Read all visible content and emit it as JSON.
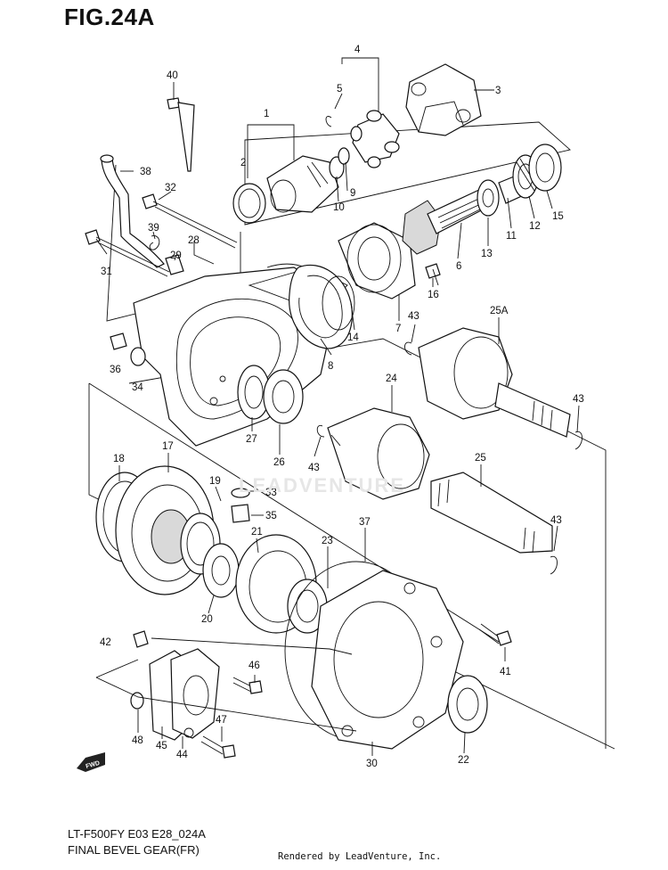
{
  "figure": {
    "title": "FIG.24A",
    "model_code": "LT-F500FY E03 E28_024A",
    "name": "FINAL BEVEL GEAR(FR)",
    "credit": "Rendered by LeadVenture, Inc.",
    "watermark": "LEADVENTURE",
    "direction_badge": "FWD"
  },
  "callouts": [
    "1",
    "2",
    "3",
    "4",
    "5",
    "6",
    "7",
    "8",
    "9",
    "10",
    "11",
    "12",
    "13",
    "14",
    "15",
    "16",
    "17",
    "18",
    "19",
    "20",
    "21",
    "22",
    "23",
    "24",
    "25",
    "25A",
    "26",
    "27",
    "28",
    "29",
    "30",
    "31",
    "32",
    "33",
    "34",
    "35",
    "36",
    "37",
    "38",
    "39",
    "40",
    "41",
    "42",
    "43",
    "44",
    "45",
    "46",
    "47",
    "48"
  ]
}
